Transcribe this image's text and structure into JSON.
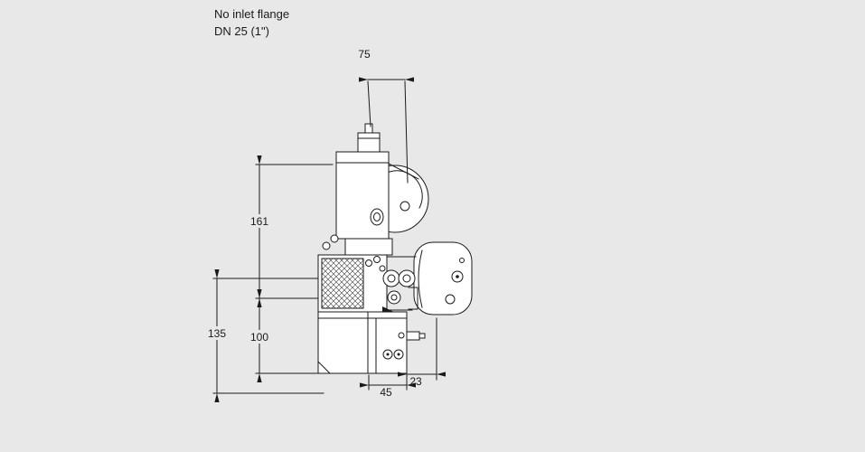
{
  "header": {
    "line1": "No inlet flange",
    "line2": "DN 25 (1\")"
  },
  "dimensions": {
    "width_top": "75",
    "height_upper": "161",
    "height_left": "135",
    "height_lower": "100",
    "width_bottom": "45",
    "offset_bottom_right": "23"
  },
  "colors": {
    "background": "#e8e8e8",
    "line": "#1a1a1a",
    "part_fill": "#ffffff"
  }
}
